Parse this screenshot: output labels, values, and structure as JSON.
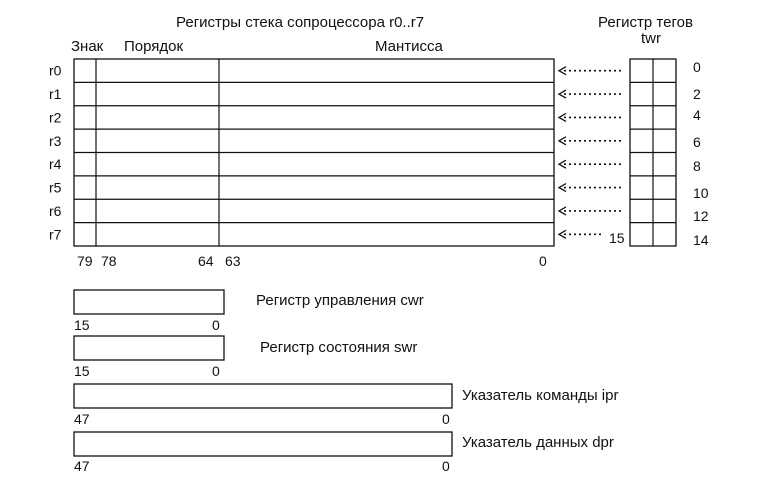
{
  "stack": {
    "title": "Регистры стека сопроцессора r0..r7",
    "field_sign": "Знак",
    "field_exponent": "Порядок",
    "field_mantissa": "Мантисса",
    "rows": [
      "r0",
      "r1",
      "r2",
      "r3",
      "r4",
      "r5",
      "r6",
      "r7"
    ],
    "bits": {
      "b79": "79",
      "b78": "78",
      "b64": "64",
      "b63": "63",
      "b0": "0"
    }
  },
  "tags": {
    "title_line1": "Регистр тегов",
    "title_line2": "twr",
    "numbers": [
      "0",
      "2",
      "4",
      "6",
      "8",
      "10",
      "12",
      "14"
    ],
    "bit15": "15"
  },
  "small_regs": [
    {
      "label": "Регистр управления cwr",
      "hi": "15",
      "lo": "0"
    },
    {
      "label": "Регистр состояния swr",
      "hi": "15",
      "lo": "0"
    }
  ],
  "wide_regs": [
    {
      "label": "Указатель команды ipr",
      "hi": "47",
      "lo": "0"
    },
    {
      "label": "Указатель данных dpr",
      "hi": "47",
      "lo": "0"
    }
  ]
}
